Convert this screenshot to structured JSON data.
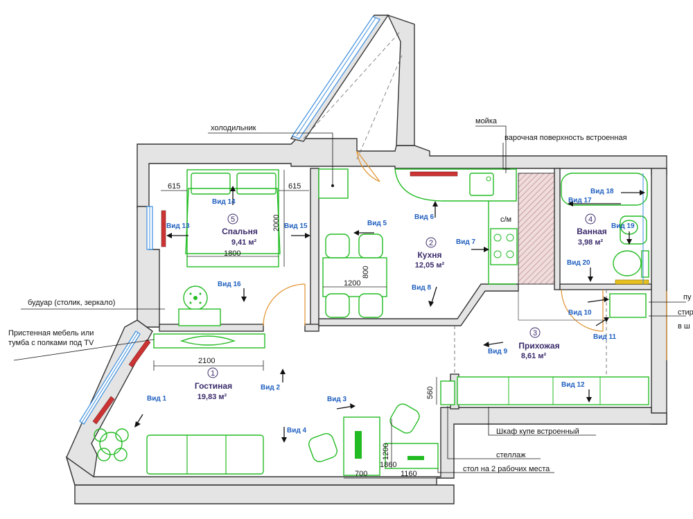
{
  "rooms": [
    {
      "num": "1",
      "name": "Гостиная",
      "area": "19,83 м²"
    },
    {
      "num": "2",
      "name": "Кухня",
      "area": "12,05 м²"
    },
    {
      "num": "3",
      "name": "Прихожая",
      "area": "8,61 м²"
    },
    {
      "num": "4",
      "name": "Ванная",
      "area": "3,98 м²"
    },
    {
      "num": "5",
      "name": "Спальня",
      "area": "9,41 м²"
    }
  ],
  "views": [
    "Вид 1",
    "Вид 2",
    "Вид 3",
    "Вид 4",
    "Вид 5",
    "Вид 6",
    "Вид 7",
    "Вид 8",
    "Вид 9",
    "Вид 10",
    "Вид 11",
    "Вид 12",
    "Вид 13",
    "Вид 14",
    "Вид 15",
    "Вид 16",
    "Вид 17",
    "Вид 18",
    "Вид 19",
    "Вид 20"
  ],
  "dimensions": {
    "bed_left": "615",
    "bed_right": "615",
    "bed_width": "1800",
    "bed_length": "2000",
    "tv_width": "2100",
    "table_width": "1200",
    "table_depth": "800",
    "shelf": "560",
    "desk_depth": "1200",
    "desk_a": "700",
    "desk_b": "1160",
    "desk_total": "1860"
  },
  "annotations": {
    "fridge": "холодильник",
    "sink": "мойка",
    "hob": "варочная поверхность встроенная",
    "dishwasher": "с/м",
    "boudoir": "будуар (столик, зеркало)",
    "tv_line1": "Пристенная мебель или",
    "tv_line2": "тумба с полками под TV",
    "wardrobe": "Шкаф купе встроенный",
    "rack": "стеллаж",
    "desk": "стол на 2 рабочих места",
    "cut1": "пу",
    "cut2": "стир",
    "cut3": "в ш"
  }
}
